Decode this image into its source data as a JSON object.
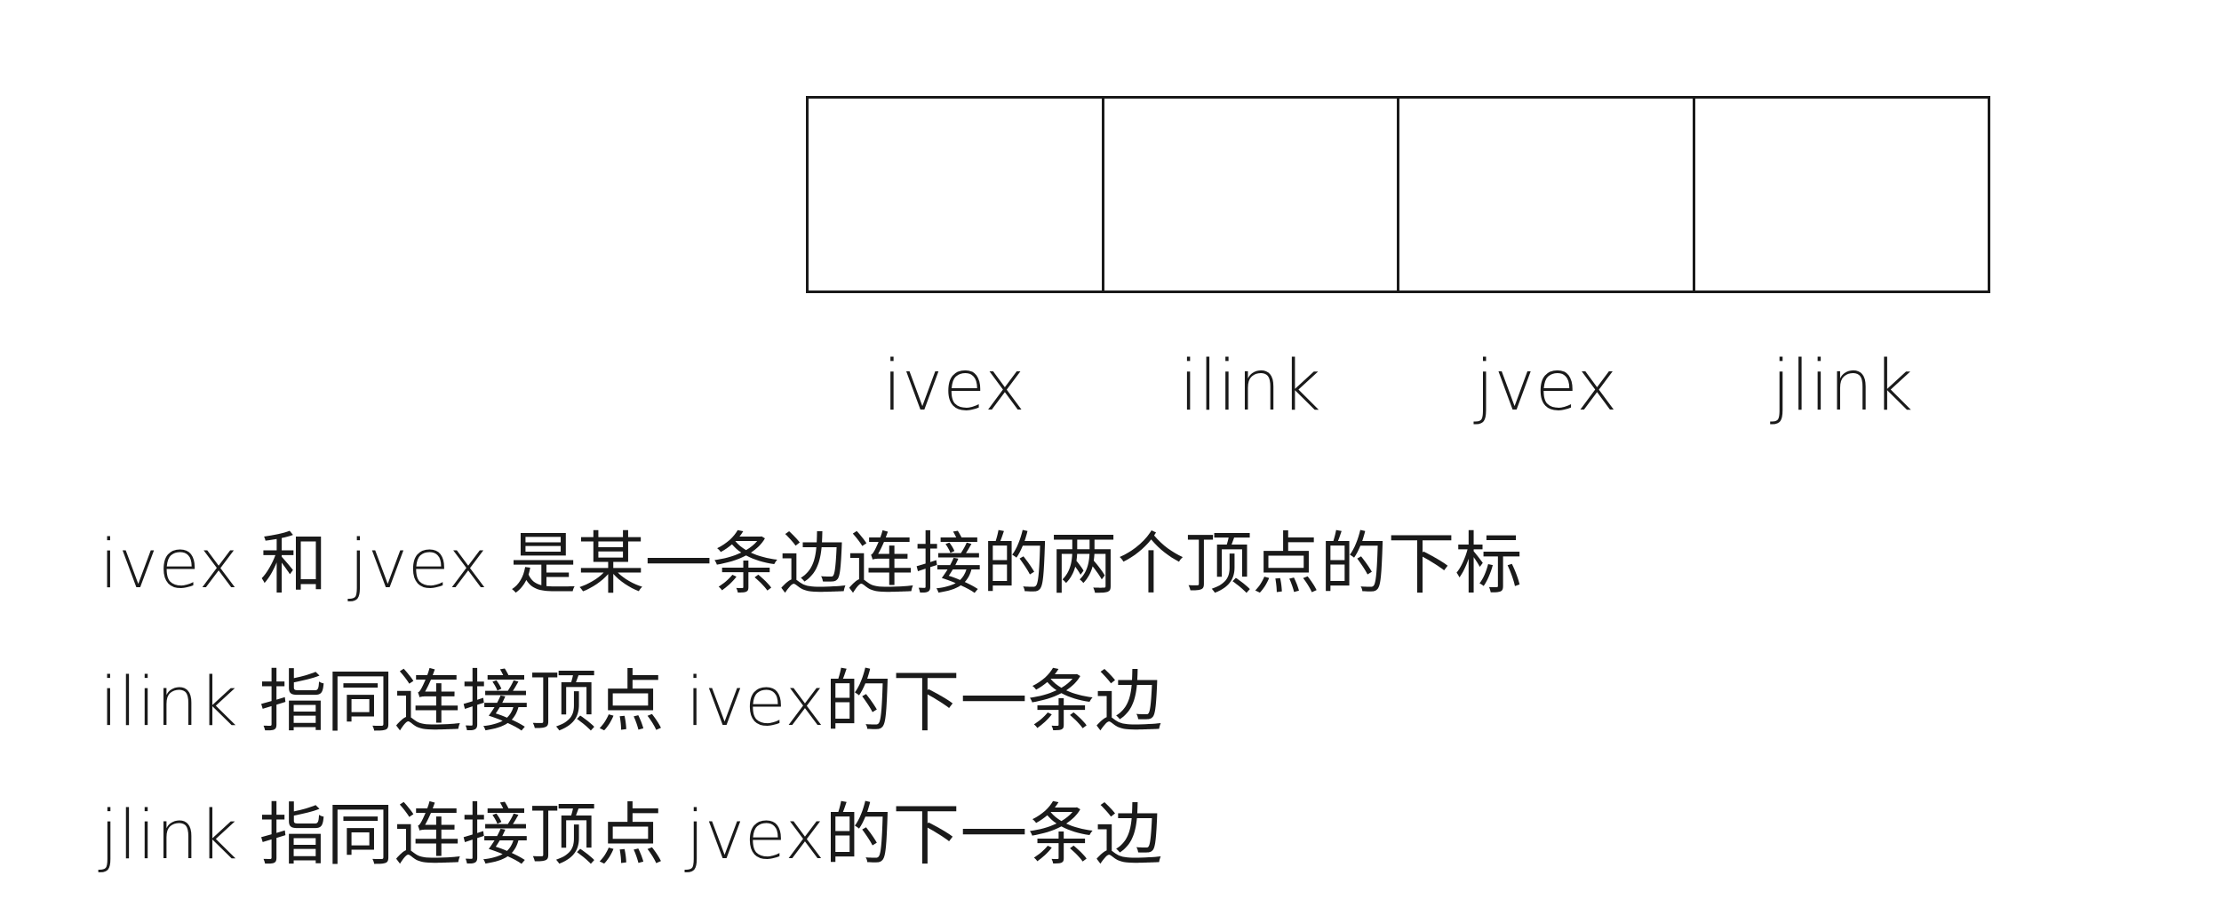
{
  "diagram": {
    "fields": [
      {
        "label": "ivex"
      },
      {
        "label": "ilink"
      },
      {
        "label": "jvex"
      },
      {
        "label": "jlink"
      }
    ]
  },
  "descriptions": [
    "ivex 和 jvex 是某一条边连接的两个顶点的下标",
    "ilink 指同连接顶点 ivex的下一条边",
    "jlink 指同连接顶点 jvex的下一条边"
  ]
}
